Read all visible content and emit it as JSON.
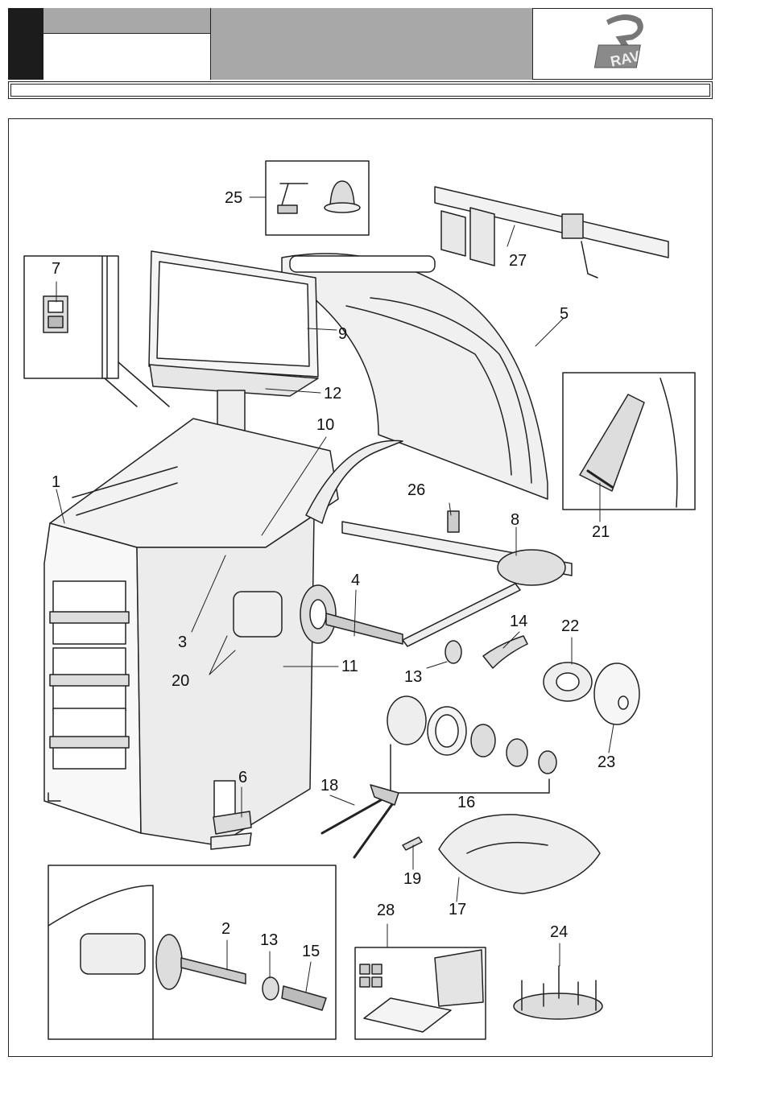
{
  "header": {
    "logo_text": "RAV"
  },
  "callouts": {
    "c1": "1",
    "c2": "2",
    "c3": "3",
    "c4": "4",
    "c5": "5",
    "c6": "6",
    "c7": "7",
    "c8": "8",
    "c9": "9",
    "c10": "10",
    "c11": "11",
    "c12": "12",
    "c13a": "13",
    "c13b": "13",
    "c14": "14",
    "c15": "15",
    "c16": "16",
    "c17": "17",
    "c18": "18",
    "c19": "19",
    "c20": "20",
    "c21": "21",
    "c22": "22",
    "c23": "23",
    "c24": "24",
    "c25": "25",
    "c26": "26",
    "c27": "27",
    "c28": "28"
  },
  "colors": {
    "header_gray": "#a8a8a8",
    "header_black": "#1c1c1c",
    "line": "#222222",
    "shade": "#d6d6d6"
  }
}
